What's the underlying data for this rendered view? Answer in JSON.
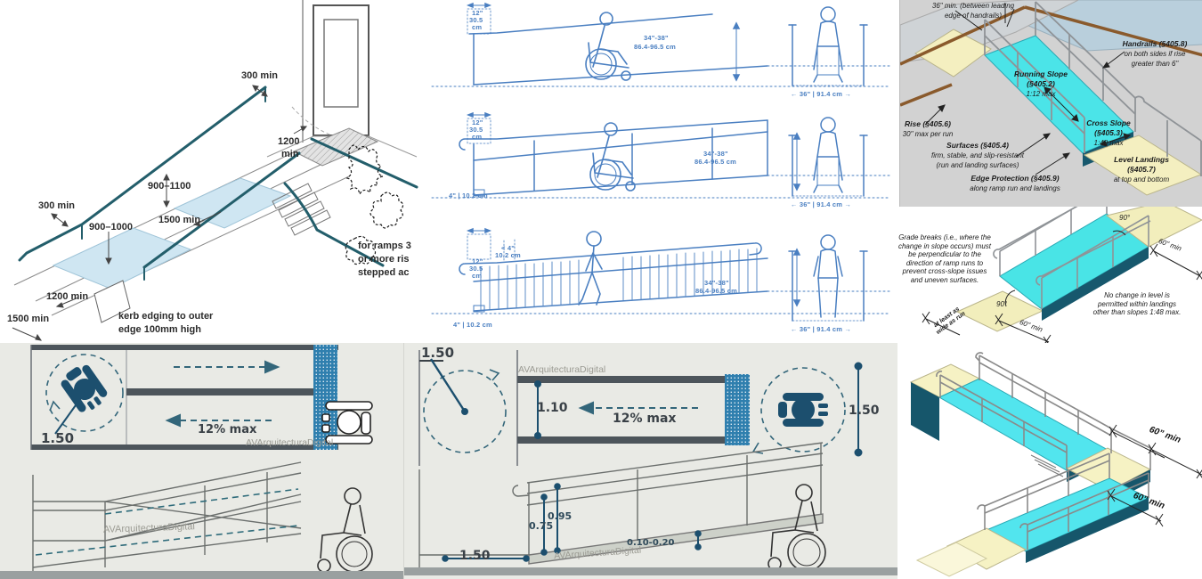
{
  "colors": {
    "ramp_cyan": "#4be4e8",
    "landing_yellow": "#f4efc0",
    "handrail_brown": "#8a5a2c",
    "line_blue": "#4a7fc1",
    "rail_teal": "#235e6b",
    "ramp_lightblue": "#cfe6f2",
    "plan_slate": "#4d555b",
    "wheelchair_navy": "#1c4f6e",
    "hatch_blue": "#2f7fae",
    "panel_gray_bg": "#d2d2d2",
    "panel_green_bg": "#e9eae5"
  },
  "kerb_panel": {
    "dim_300_top": "300 min",
    "dim_1200_top_l1": "1200",
    "dim_1200_top_l2": "min",
    "dim_900_1100": "900–1100",
    "dim_1500_mid": "1500 min",
    "dim_900_1000": "900–1000",
    "dim_300_left": "300 min",
    "dim_1200_bottom": "1200 min",
    "dim_1500_bottom": "1500 min",
    "kerb_note_l1": "kerb edging to outer",
    "kerb_note_l2": "edge 100mm high",
    "ramps_note_l1": "for ramps 3",
    "ramps_note_l2": "or more ris",
    "ramps_note_l3": "stepped ac"
  },
  "profile_panel": {
    "rows": [
      {
        "ext_l1": "12\"",
        "ext_l2": "30.5",
        "ext_l3": "cm",
        "rail_l1": "34\"-38\"",
        "rail_l2": "86.4-96.5 cm",
        "clear_width": "← 36\" | 91.4 cm →"
      },
      {
        "ext_l1": "12\"",
        "ext_l2": "30.5",
        "ext_l3": "cm",
        "rail_l1": "34\"-38\"",
        "rail_l2": "86.4-96.5 cm",
        "kerb": "4\" | 10.2 cm",
        "clear_width": "← 36\" | 91.4 cm →"
      },
      {
        "bal_l1": "< 4\"",
        "bal_l2": "10.2 cm",
        "ext_l1": "12\"",
        "ext_l2": "30.5",
        "ext_l3": "cm",
        "rail_l1": "34\"-38\"",
        "rail_l2": "86.4-96.5 cm",
        "kerb": "4\" | 10.2 cm",
        "clear_width": "← 36\" | 91.4 cm →"
      }
    ]
  },
  "ada_panel": {
    "top_note_l1": "36\" min. (between leading",
    "top_note_l2": "edge of handrails)",
    "handrails_title": "Handrails (§405.8)",
    "handrails_l1": "on both sides if rise",
    "handrails_l2": "greater than 6\"",
    "running_title": "Running Slope",
    "running_ref": "(§405.2)",
    "running_val": "1:12 max",
    "rise_title": "Rise (§405.6)",
    "rise_val": "30\" max per run",
    "surfaces_title": "Surfaces (§405.4)",
    "surfaces_l1": "firm, stable, and slip-resistant",
    "surfaces_l2": "(run and landing surfaces)",
    "cross_title": "Cross Slope",
    "cross_ref": "(§405.3)",
    "cross_val": "1:48 max",
    "landings_title": "Level Landings",
    "landings_ref": "(§405.7)",
    "landings_val": "at top and bottom",
    "edge_title": "Edge Protection (§405.9)",
    "edge_val": "along ramp run and landings"
  },
  "grade_panel": {
    "note_lines": [
      "Grade breaks (i.e., where the",
      "change in slope occurs) must",
      "be perpendicular to the",
      "direction of ramp runs to",
      "prevent cross-slope issues",
      "and uneven surfaces."
    ],
    "angle_top": "90°",
    "angle_bottom": "90°",
    "min_top": "60\" min",
    "min_bottom": "60\" min",
    "width_note_l1": "at least as",
    "width_note_l2": "wide as run",
    "level_note_lines": [
      "No change in level is",
      "permitted within landings",
      "other than slopes 1:48 max."
    ]
  },
  "plan_left": {
    "turning": "1.50",
    "slope": "12% max",
    "watermark": "AVArquitecturaDigital"
  },
  "elev_left": {
    "watermark": "AVArquitecturaDigital"
  },
  "plan_mid": {
    "turning": "1.50",
    "width": "1.10",
    "slope": "12% max",
    "landing": "1.50",
    "watermark": "AVArquitecturaDigital"
  },
  "elev_mid": {
    "handrail_h": "0.95",
    "lower_rail_h": "0.75",
    "kerb_h": "0.10-0.20",
    "landing_len": "1.50",
    "watermark": "AVArquitecturaDigital"
  },
  "switchback_panel": {
    "min_upper": "60” min",
    "min_lower": "60” min"
  }
}
